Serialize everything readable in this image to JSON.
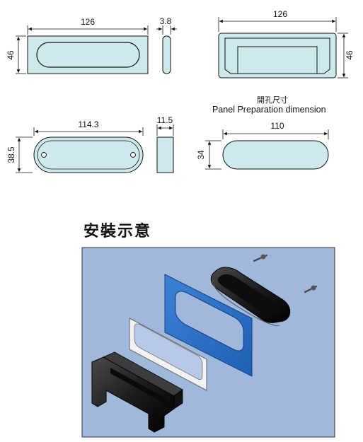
{
  "dimensions": {
    "front_width": "126",
    "front_height": "46",
    "side_thickness": "3.8",
    "back_width": "126",
    "back_height": "46",
    "plate_width": "114.3",
    "plate_height": "38.5",
    "plate_thickness": "11.5",
    "cutout_width": "110",
    "cutout_height": "34"
  },
  "captions": {
    "panel_zh": "開孔尺寸",
    "panel_en": "Panel Preparation dimension",
    "assembly_title": "安裝示意"
  },
  "colors": {
    "part_fill": "#cde9ec",
    "panel_blue": "#2a6fc4",
    "background_blue": "#9fb8dc",
    "handle_black": "#1c1c1c"
  }
}
